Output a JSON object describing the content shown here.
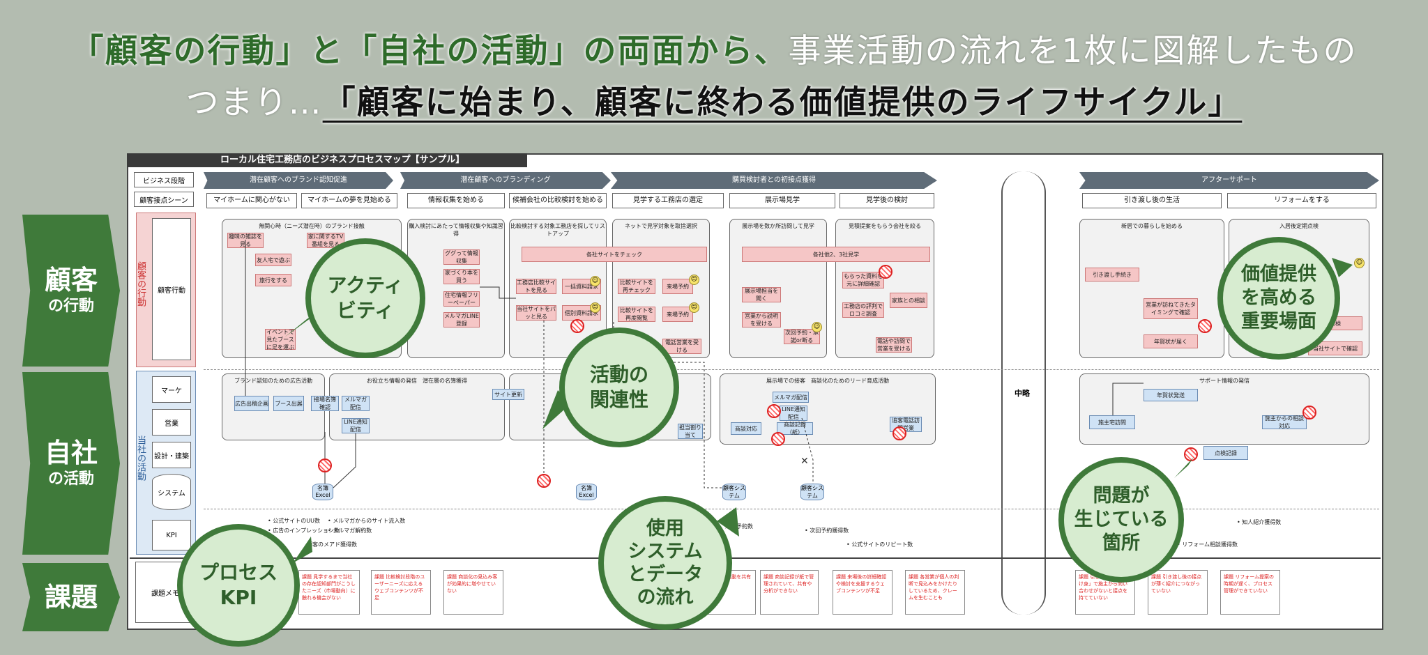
{
  "headline": {
    "line1_part1": "「顧客の行動」と「自社の活動」の両面から、",
    "line1_part2": "事業活動の流れを1枚に図解したもの",
    "line2_part1": "つまり…",
    "line2_part2": "「顧客に始まり、顧客に終わる価値提供のライフサイクル」"
  },
  "diagram": {
    "title": "ローカル住宅工務店のビジネスプロセスマップ【サンプル】",
    "row_labels": {
      "business_stage": "ビジネス段階",
      "touchpoint": "顧客接点シーン",
      "customer_vertical": "顧客の行動",
      "customer_action": "顧客行動",
      "company_vertical": "当社の活動",
      "marketing": "マーケ",
      "sales": "営業",
      "design": "設計・建築",
      "system": "システム",
      "kpi": "KPI",
      "issue_memo": "課題メモ"
    },
    "stages": [
      "潜在顧客へのブランド認知促進",
      "潜在顧客へのブランディング",
      "購買検討者との初接点獲得",
      "アフターサポート"
    ],
    "touchpoints": [
      "マイホームに関心がない",
      "マイホームの夢を見始める",
      "情報収集を始める",
      "候補会社の比較検討を始める",
      "見学する工務店の選定",
      "展示場見学",
      "見学後の検討",
      "引き渡し後の生活",
      "リフォームをする"
    ],
    "omitted_label": "中略",
    "customer_panels": [
      {
        "title": "無関心時（ニーズ潜在時）のブランド接触"
      },
      {
        "title": "購入検討にあたって情報収集や知識習得"
      },
      {
        "title": "比較検討する対象工務店を探してリストアップ"
      },
      {
        "title": "ネットで見学対象を取捨選択"
      },
      {
        "title": "展示場を数か所訪問して見学"
      },
      {
        "title": "見積提案をもらう会社を絞る"
      },
      {
        "title": "新居での暮らしを始める"
      },
      {
        "title": "入居後定期点検"
      }
    ],
    "pink_boxes": [
      "趣味の雑誌を見る",
      "家に関するTV番組を見る",
      "友人宅で遊ぶ",
      "旅行をする",
      "イベントで見たブースに足を運ぶ",
      "ググって情報収集",
      "家づくり本を買う",
      "住宅情報フリーペーパー",
      "メルマガLINE登録",
      "各社サイトをチェック",
      "工務店比較サイトを見る",
      "一括資料請求",
      "当社サイトをパッと見る",
      "個別資料請求",
      "比較サイトを再チェック",
      "来場予約",
      "比較サイトを再度閲覧",
      "来場予約",
      "電話営業を受ける",
      "各社他2、3社見学",
      "展示場担当を聞く",
      "営業から説明を受ける",
      "次回予約・承諾or断る",
      "もらった資料を元に詳細確認",
      "工務店の評判でロコミ調査",
      "家族との相談",
      "電話や訪問で営業を受ける",
      "引き渡し手続き",
      "営業が訪ねてきたタイミングで確認",
      "年賀状が届く",
      "点検",
      "当社サイトで確認"
    ],
    "company_panels": [
      {
        "title": "ブランド認知のための広告活動"
      },
      {
        "title": "お役立ち情報の発信　潜在層の名簿獲得"
      },
      {
        "title": "展示場での接客　商談化のためのリード育成活動"
      },
      {
        "title": "サポート情報の発信"
      }
    ],
    "blue_boxes": [
      "広告出稿企画",
      "ブース出展",
      "接場名簿確認",
      "メルマガ配信",
      "LINE通知配信",
      "サイト更新",
      "メルマガ配信",
      "LINE通知配信",
      "商談対応",
      "商談記録（紙）",
      "追客電話訪問営業",
      "担当割り当て",
      "年賀状発送",
      "施主宅訪問",
      "施主からの相談対応",
      "点検記録"
    ],
    "systems": [
      "名簿Excel",
      "名簿Excel",
      "顧客システム",
      "顧客システム"
    ],
    "kpis": [
      "公式サイトのUU数",
      "メルマガからのサイト流入数",
      "広告のインプレッション数",
      "メルマガ解約数",
      "顧客のメアド獲得数",
      "来場予約数",
      "次回予約獲得数",
      "公式サイトのリピート数",
      "知人紹介獲得数",
      "リフォーム相談獲得数"
    ],
    "memos": [
      "課題 見学するまで当社の存在認知部門がこうしたニーズ（市場動向）に触れる機会がない",
      "課題 比較検討段階のユーザーニーズに応えるウェブコンテンツが不足",
      "課題 商談化の見込み客が効果的に増やせていない",
      "課題 営業が活動を共有していない",
      "課題 商談記録が紙で管理されていて、共有や分析ができない",
      "課題 来場後の詳細確認や検討を支援するウェブコンテンツが不足",
      "課題 各営業が個人の判断で見込みをかけたりしているため、クレームを生むことも",
      "課題 引き渡し後は「受け身」で施主から問い合わせがないと接点を持てていない",
      "課題 引き渡し後の接点が薄く紹介につながっていない",
      "課題 リフォーム提案の時期が遅く、プロセス管理ができていない"
    ]
  },
  "side_tabs": [
    {
      "big": "顧客",
      "small": "の行動"
    },
    {
      "big": "自社",
      "small": "の活動"
    },
    {
      "big": "課題",
      "small": ""
    }
  ],
  "bubbles": {
    "activity": "アクティ\nビティ",
    "relation": "活動の\n関連性",
    "value": "価値提供\nを高める\n重要場面",
    "process_kpi": "プロセス\nKPI",
    "system_flow": "使用\nシステム\nとデータ\nの流れ",
    "problem": "問題が\n生じている\n箇所"
  },
  "colors": {
    "background": "#b3bcb0",
    "accent_green": "#3f7a3a",
    "bubble_fill": "#d7ecd0",
    "stage_chevron": "#5f6c78",
    "customer_pink": "#f5c6c6",
    "company_blue": "#cfe2f5",
    "problem_red": "#dd2222"
  }
}
